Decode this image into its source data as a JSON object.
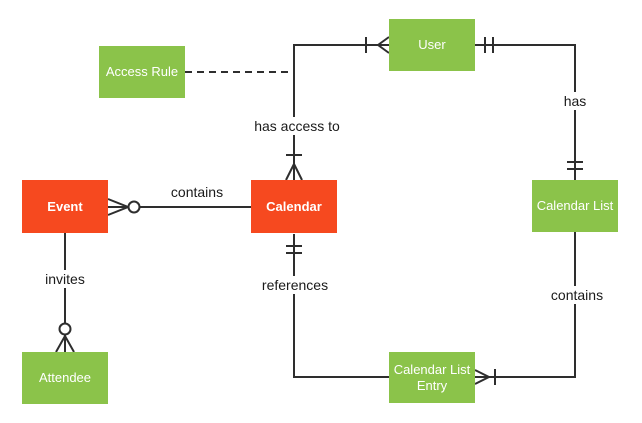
{
  "canvas": {
    "background": "#ffffff",
    "line_color": "#2e2e2e",
    "edge_label_color": "#1a1a1a"
  },
  "colors": {
    "entity_green": "#8bc34a",
    "entity_orange": "#f6491f",
    "entity_text": "#ffffff"
  },
  "entities": {
    "access_rule": {
      "label": "Access Rule",
      "color": "#8bc34a"
    },
    "user": {
      "label": "User",
      "color": "#8bc34a"
    },
    "event": {
      "label": "Event",
      "color": "#f6491f"
    },
    "calendar": {
      "label": "Calendar",
      "color": "#f6491f"
    },
    "calendar_list": {
      "label": "Calendar List",
      "color": "#8bc34a"
    },
    "attendee": {
      "label": "Attendee",
      "color": "#8bc34a"
    },
    "calendar_list_entry": {
      "label": "Calendar List Entry",
      "line1": "Calendar List",
      "line2": "Entry",
      "color": "#8bc34a"
    }
  },
  "relationships": {
    "event_calendar": {
      "label": "contains",
      "from": "Calendar",
      "to": "Event",
      "event_end": "zero-or-many (circle + crow's foot)",
      "calendar_end": "plain"
    },
    "calendar_user": {
      "label": "has access to",
      "from": "Calendar",
      "to": "User",
      "calendar_end": "one-or-many (tick + crow's foot)",
      "user_end": "one-or-many (tick + crow's foot)"
    },
    "access_rule_assoc": {
      "label": "",
      "from": "Access Rule",
      "to": "has access to relationship",
      "style": "dashed"
    },
    "user_calendar_list": {
      "label": "has",
      "from": "User",
      "to": "Calendar List",
      "user_end": "exactly-one (double tick)",
      "calendar_list_end": "exactly-one (double tick)"
    },
    "calendar_list_entries": {
      "label": "contains",
      "from": "Calendar List",
      "to": "Calendar List Entry",
      "entry_end": "one-or-many (crow's foot + tick)"
    },
    "entry_references": {
      "label": "references",
      "from": "Calendar List Entry",
      "to": "Calendar",
      "calendar_end": "exactly-one (double tick)"
    },
    "event_attendee": {
      "label": "invites",
      "from": "Event",
      "to": "Attendee",
      "attendee_end": "zero-or-many (circle + crow's foot)"
    }
  }
}
